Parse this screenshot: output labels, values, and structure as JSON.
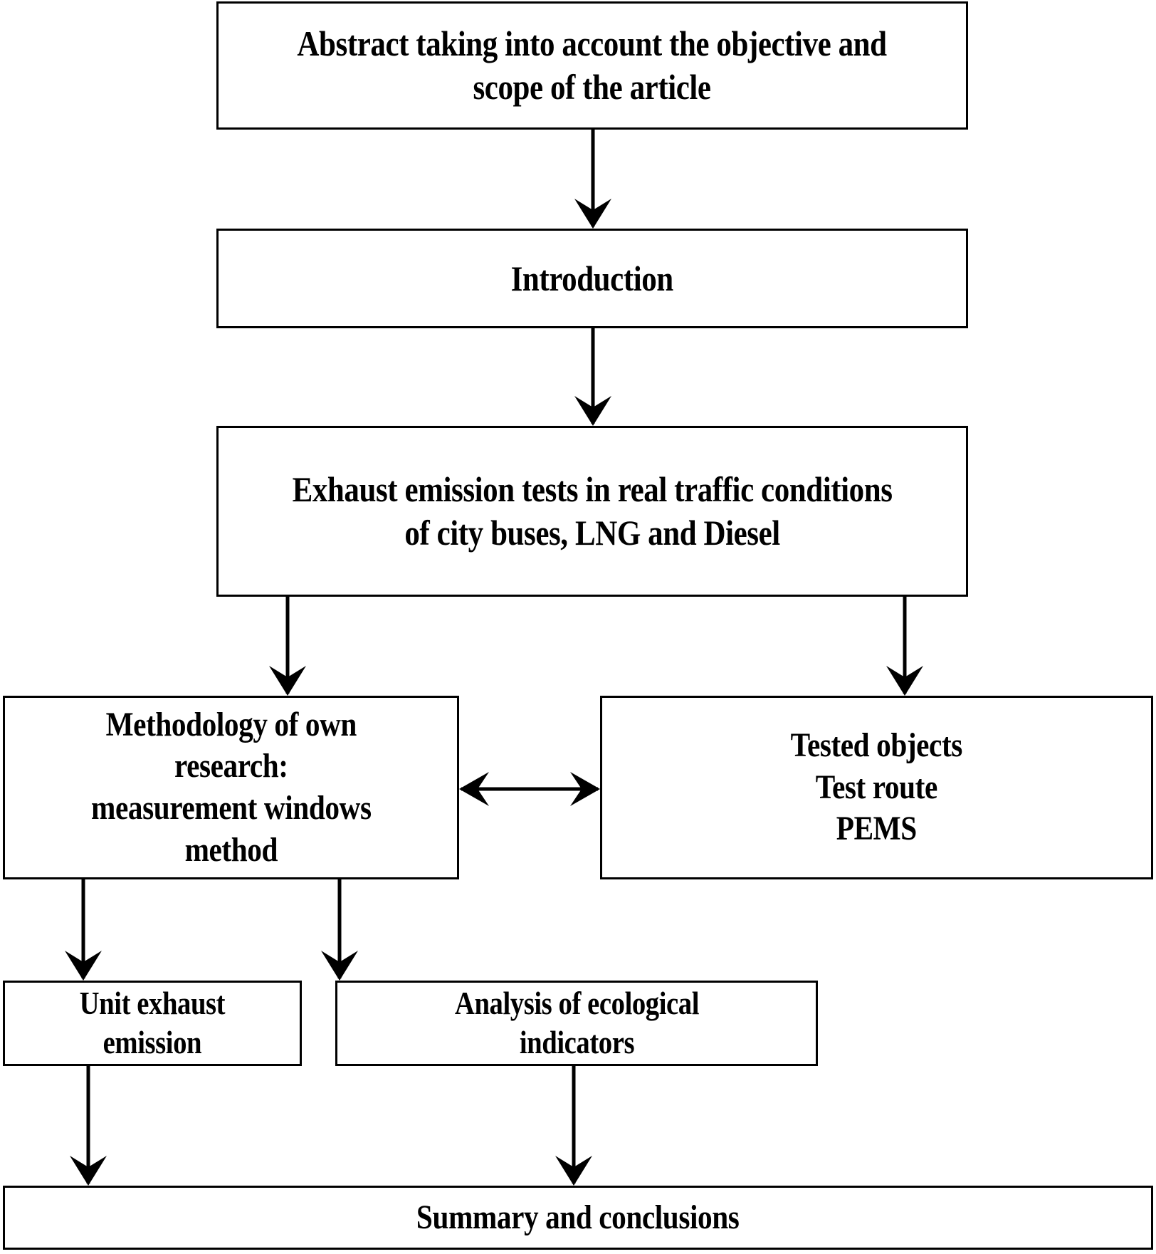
{
  "diagram": {
    "title": "Article structure flowchart",
    "background_color": "#ffffff",
    "line_color": "#000000",
    "nodes": [
      {
        "id": "abstract",
        "label": "Abstract taking into account the objective and\nscope of the article"
      },
      {
        "id": "introduction",
        "label": "Introduction"
      },
      {
        "id": "exhaust-tests",
        "label": "Exhaust emission tests in real traffic conditions\nof city buses, LNG and Diesel"
      },
      {
        "id": "methodology",
        "label": "Methodology of own\nresearch:\nmeasurement windows\nmethod"
      },
      {
        "id": "tested-objects",
        "label": "Tested objects\nTest route\nPEMS"
      },
      {
        "id": "unit-emission",
        "label": "Unit exhaust\nemission"
      },
      {
        "id": "analysis",
        "label": "Analysis of ecological\nindicators"
      },
      {
        "id": "summary",
        "label": "Summary and conclusions"
      }
    ],
    "edges": [
      {
        "id": "abstract-to-introduction",
        "from": "abstract",
        "to": "introduction",
        "kind": "arrow-down"
      },
      {
        "id": "introduction-to-exhaust-tests",
        "from": "introduction",
        "to": "exhaust-tests",
        "kind": "arrow-down"
      },
      {
        "id": "exhaust-tests-to-methodology",
        "from": "exhaust-tests",
        "to": "methodology",
        "kind": "arrow-down"
      },
      {
        "id": "exhaust-tests-to-tested-objects",
        "from": "exhaust-tests",
        "to": "tested-objects",
        "kind": "arrow-down"
      },
      {
        "id": "methodology-to-tested-objects",
        "from": "methodology",
        "to": "tested-objects",
        "kind": "arrow-bidirectional"
      },
      {
        "id": "methodology-to-unit-emission",
        "from": "methodology",
        "to": "unit-emission",
        "kind": "arrow-down"
      },
      {
        "id": "methodology-to-analysis",
        "from": "methodology",
        "to": "analysis",
        "kind": "arrow-down"
      },
      {
        "id": "unit-emission-to-summary",
        "from": "unit-emission",
        "to": "summary",
        "kind": "arrow-down"
      },
      {
        "id": "analysis-to-summary",
        "from": "analysis",
        "to": "summary",
        "kind": "arrow-down"
      }
    ]
  }
}
